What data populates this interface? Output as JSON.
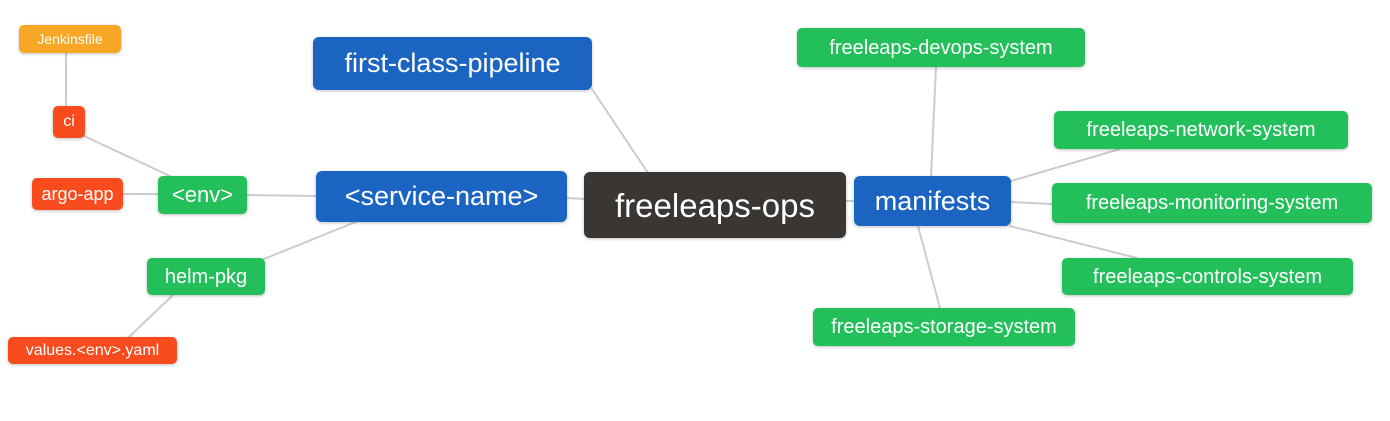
{
  "diagram": {
    "title": "freeleaps-ops repository mind map",
    "palette": {
      "root": "#3a3633",
      "branch": "#1b64c2",
      "leaf": "#23bf5b",
      "alert": "#f84c1e",
      "warn": "#f7a723",
      "edge": "#cccccc",
      "background": "#ffffff",
      "text": "#ffffff"
    },
    "nodes": [
      {
        "id": "jenkinsfile",
        "label": "Jenkinsfile",
        "role": "warn"
      },
      {
        "id": "ci",
        "label": "ci",
        "role": "alert"
      },
      {
        "id": "argo-app",
        "label": "argo-app",
        "role": "alert"
      },
      {
        "id": "env",
        "label": "<env>",
        "role": "leaf"
      },
      {
        "id": "helm-pkg",
        "label": "helm-pkg",
        "role": "leaf"
      },
      {
        "id": "values-env-yaml",
        "label": "values.<env>.yaml",
        "role": "alert"
      },
      {
        "id": "service-name",
        "label": "<service-name>",
        "role": "branch"
      },
      {
        "id": "first-class-pipeline",
        "label": "first-class-pipeline",
        "role": "branch"
      },
      {
        "id": "freeleaps-ops",
        "label": "freeleaps-ops",
        "role": "root"
      },
      {
        "id": "manifests",
        "label": "manifests",
        "role": "branch"
      },
      {
        "id": "freeleaps-devops-system",
        "label": "freeleaps-devops-system",
        "role": "leaf"
      },
      {
        "id": "freeleaps-network-system",
        "label": "freeleaps-network-system",
        "role": "leaf"
      },
      {
        "id": "freeleaps-monitoring-system",
        "label": "freeleaps-monitoring-system",
        "role": "leaf"
      },
      {
        "id": "freeleaps-controls-system",
        "label": "freeleaps-controls-system",
        "role": "leaf"
      },
      {
        "id": "freeleaps-storage-system",
        "label": "freeleaps-storage-system",
        "role": "leaf"
      }
    ],
    "edges": [
      {
        "from": "jenkinsfile",
        "to": "ci"
      },
      {
        "from": "ci",
        "to": "env"
      },
      {
        "from": "argo-app",
        "to": "env"
      },
      {
        "from": "env",
        "to": "service-name"
      },
      {
        "from": "service-name",
        "to": "helm-pkg"
      },
      {
        "from": "helm-pkg",
        "to": "values-env-yaml"
      },
      {
        "from": "first-class-pipeline",
        "to": "freeleaps-ops"
      },
      {
        "from": "service-name",
        "to": "freeleaps-ops"
      },
      {
        "from": "freeleaps-ops",
        "to": "manifests"
      },
      {
        "from": "manifests",
        "to": "freeleaps-devops-system"
      },
      {
        "from": "manifests",
        "to": "freeleaps-network-system"
      },
      {
        "from": "manifests",
        "to": "freeleaps-monitoring-system"
      },
      {
        "from": "manifests",
        "to": "freeleaps-controls-system"
      },
      {
        "from": "manifests",
        "to": "freeleaps-storage-system"
      }
    ]
  }
}
